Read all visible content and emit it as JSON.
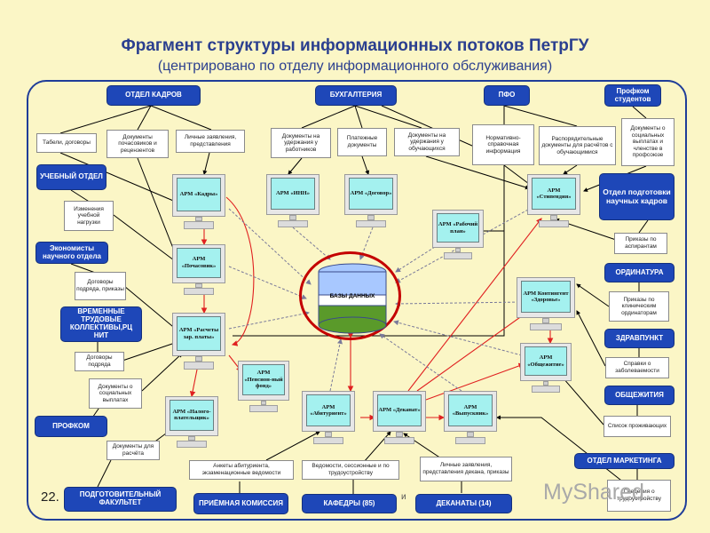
{
  "title": "Фрагмент структуры информационных потоков ПетрГУ",
  "subtitle": "(центрировано по отделу информационного обслуживания)",
  "footer_number": "22.",
  "watermark": "MyShared",
  "watermark_tail": "и",
  "colors": {
    "dept": "#1e47b8",
    "screen": "#a4f1ef",
    "arrow_red": "#e02020",
    "arrow_gray": "#7a7a9a",
    "line": "#000000"
  },
  "departments": {
    "kadry": "ОТДЕЛ КАДРОВ",
    "buh": "БУХГАЛТЕРИЯ",
    "pfo": "ПФО",
    "profkom_stud": "Профком студентов",
    "uchebny": "УЧЕБНЫЙ ОТДЕЛ",
    "ekonomisty": "Экономисты научного отдела",
    "vremennye": "ВРЕМЕННЫЕ ТРУДОВЫЕ КОЛЛЕКТИВЫ,РЦ НИТ",
    "profkom": "ПРОФКОМ",
    "podgot": "ПОДГОТОВИТЕЛЬНЫЙ ФАКУЛЬТЕТ",
    "priem": "ПРИЁМНАЯ КОМИССИЯ",
    "kafedry": "КАФЕДРЫ (85)",
    "dekanaty": "ДЕКАНАТЫ (14)",
    "aspirant": "Отдел подготовки научных кадров",
    "ordinatura": "ОРДИНАТУРА",
    "zdrav": "ЗДРАВПУНКТ",
    "obsh": "ОБЩЕЖИТИЯ",
    "marketing": "ОТДЕЛ МАРКЕТИНГА"
  },
  "documents": {
    "tabeli": "Табели, договоры",
    "dok_pochas": "Документы почасовиков и рецензентов",
    "lichnye_zayav": "Личные заявления, представления",
    "dok_uderzh_rab": "Документы на удержания у работников",
    "platezh": "Платежные документы",
    "dok_uderzh_obuch": "Документы на удержания у обучающихся",
    "normativ": "Нормативно-справочная информация",
    "rasporyad": "Распорядительные документы для расчётов с обучающимися",
    "dok_soc": "Документы о социальных выплатах и членстве в профсоюзе",
    "izmeneniya": "Изменения учебной нагрузки",
    "dogovory_podryada_prikazy": "Договоры подряда, приказы",
    "dogovory_podryada": "Договоры подряда",
    "dok_soc_vypl": "Документы о социальных выплатах",
    "dok_dlya_rascheta": "Документы для расчёта",
    "ankety": "Анкеты абитуриента, экзаменационные ведомости",
    "vedomosti": "Ведомости, сессионные и по трудоустройству",
    "lichnye_dekan": "Личные заявления, представления декана, приказы",
    "prikazy_aspir": "Приказы по аспирантам",
    "prikazy_ordin": "Приказы по клиническим ординаторам",
    "spravki": "Справки о заболеваемости",
    "spisok": "Список проживающих",
    "trudoustr": "Сведения о трудоустройству"
  },
  "arms": {
    "kadry": "АРМ «Кадры»",
    "inn": "АРМ «ИНН»",
    "dogovor": "АРМ «Договор»",
    "stipendiya": "АРМ «Стипендия»",
    "pochasovik": "АРМ «Почасовик»",
    "rabochiy_plan": "АРМ «Рабочий план»",
    "raschety": "АРМ «Расчеты зар. платы»",
    "kontingent": "АРМ Контингент «Здоровье»",
    "pension": "АРМ «Пенсион-ный фонд»",
    "obshezhitie": "АРМ «Общежитие»",
    "nalog": "АРМ «Налого-плательщик»",
    "abiturient": "АРМ «Абитуриент»",
    "dekanat": "АРМ «Деканат»",
    "vypusknik": "АРМ «Выпускник»"
  },
  "database": "БАЗЫ ДАННЫХ"
}
